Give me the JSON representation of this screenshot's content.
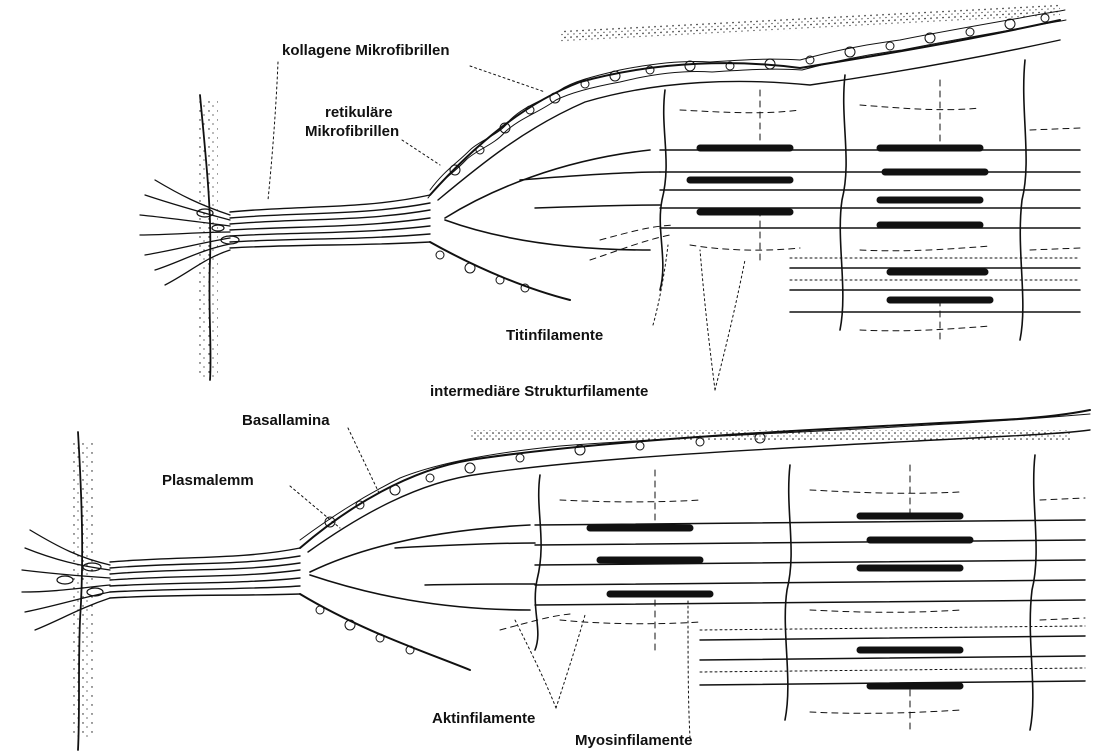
{
  "labels": {
    "kollagen": "kollagene Mikrofibrillen",
    "retikular_line1": "retikuläre",
    "retikular_line2": "Mikrofibrillen",
    "titin": "Titinfilamente",
    "intermediar": "intermediäre Strukturfilamente",
    "basallamina": "Basallamina",
    "plasmalemm": "Plasmalemm",
    "aktin": "Aktinfilamente",
    "myosin": "Myosinfilamente"
  },
  "colors": {
    "ink": "#111111",
    "background": "#ffffff"
  }
}
